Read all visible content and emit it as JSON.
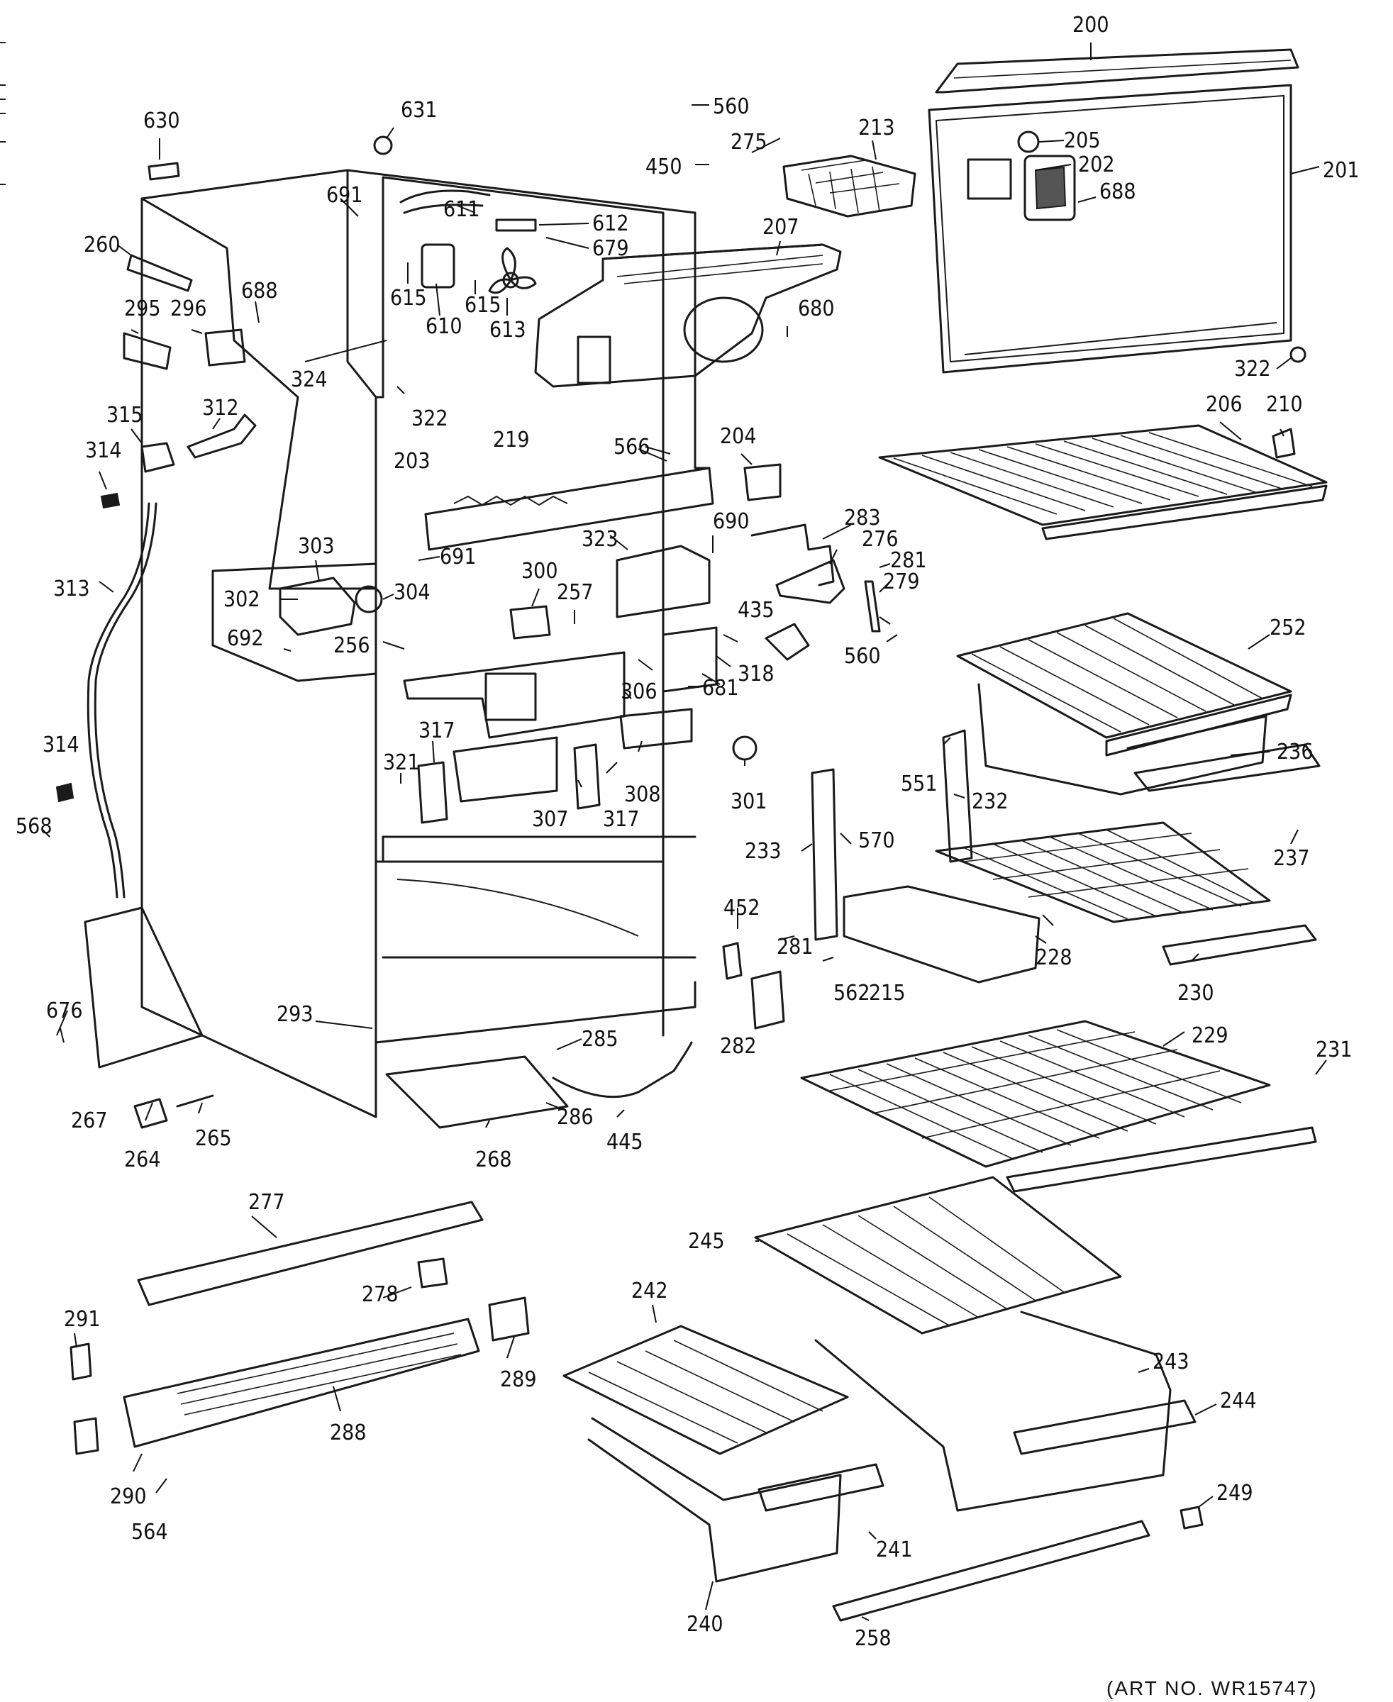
{
  "art_number": "(ART NO. WR15747)",
  "callouts": [
    {
      "id": "c200",
      "text": "200"
    },
    {
      "id": "c201",
      "text": "201"
    },
    {
      "id": "c202",
      "text": "202"
    },
    {
      "id": "c203",
      "text": "203"
    },
    {
      "id": "c204",
      "text": "204"
    },
    {
      "id": "c205",
      "text": "205"
    },
    {
      "id": "c206",
      "text": "206"
    },
    {
      "id": "c207",
      "text": "207"
    },
    {
      "id": "c210",
      "text": "210"
    },
    {
      "id": "c213",
      "text": "213"
    },
    {
      "id": "c215",
      "text": "215"
    },
    {
      "id": "c219",
      "text": "219"
    },
    {
      "id": "c228",
      "text": "228"
    },
    {
      "id": "c229",
      "text": "229"
    },
    {
      "id": "c230",
      "text": "230"
    },
    {
      "id": "c231",
      "text": "231"
    },
    {
      "id": "c232",
      "text": "232"
    },
    {
      "id": "c233",
      "text": "233"
    },
    {
      "id": "c236",
      "text": "236"
    },
    {
      "id": "c237",
      "text": "237"
    },
    {
      "id": "c240",
      "text": "240"
    },
    {
      "id": "c241",
      "text": "241"
    },
    {
      "id": "c242",
      "text": "242"
    },
    {
      "id": "c243",
      "text": "243"
    },
    {
      "id": "c244",
      "text": "244"
    },
    {
      "id": "c245",
      "text": "245"
    },
    {
      "id": "c249",
      "text": "249"
    },
    {
      "id": "c252",
      "text": "252"
    },
    {
      "id": "c256",
      "text": "256"
    },
    {
      "id": "c257",
      "text": "257"
    },
    {
      "id": "c258",
      "text": "258"
    },
    {
      "id": "c260",
      "text": "260"
    },
    {
      "id": "c264",
      "text": "264"
    },
    {
      "id": "c265",
      "text": "265"
    },
    {
      "id": "c267",
      "text": "267"
    },
    {
      "id": "c268",
      "text": "268"
    },
    {
      "id": "c275",
      "text": "275"
    },
    {
      "id": "c276",
      "text": "276"
    },
    {
      "id": "c277",
      "text": "277"
    },
    {
      "id": "c278",
      "text": "278"
    },
    {
      "id": "c279",
      "text": "279"
    },
    {
      "id": "c281a",
      "text": "281"
    },
    {
      "id": "c281b",
      "text": "281"
    },
    {
      "id": "c282",
      "text": "282"
    },
    {
      "id": "c283",
      "text": "283"
    },
    {
      "id": "c285",
      "text": "285"
    },
    {
      "id": "c286",
      "text": "286"
    },
    {
      "id": "c288",
      "text": "288"
    },
    {
      "id": "c289",
      "text": "289"
    },
    {
      "id": "c290",
      "text": "290"
    },
    {
      "id": "c291",
      "text": "291"
    },
    {
      "id": "c293",
      "text": "293"
    },
    {
      "id": "c295",
      "text": "295"
    },
    {
      "id": "c296",
      "text": "296"
    },
    {
      "id": "c300",
      "text": "300"
    },
    {
      "id": "c301",
      "text": "301"
    },
    {
      "id": "c302",
      "text": "302"
    },
    {
      "id": "c303",
      "text": "303"
    },
    {
      "id": "c304",
      "text": "304"
    },
    {
      "id": "c306",
      "text": "306"
    },
    {
      "id": "c307",
      "text": "307"
    },
    {
      "id": "c308",
      "text": "308"
    },
    {
      "id": "c312",
      "text": "312"
    },
    {
      "id": "c313",
      "text": "313"
    },
    {
      "id": "c314a",
      "text": "314"
    },
    {
      "id": "c314b",
      "text": "314"
    },
    {
      "id": "c315",
      "text": "315"
    },
    {
      "id": "c317a",
      "text": "317"
    },
    {
      "id": "c317b",
      "text": "317"
    },
    {
      "id": "c318",
      "text": "318"
    },
    {
      "id": "c321",
      "text": "321"
    },
    {
      "id": "c322a",
      "text": "322"
    },
    {
      "id": "c322b",
      "text": "322"
    },
    {
      "id": "c323",
      "text": "323"
    },
    {
      "id": "c324",
      "text": "324"
    },
    {
      "id": "c435",
      "text": "435"
    },
    {
      "id": "c445",
      "text": "445"
    },
    {
      "id": "c450",
      "text": "450"
    },
    {
      "id": "c452",
      "text": "452"
    },
    {
      "id": "c551",
      "text": "551"
    },
    {
      "id": "c560a",
      "text": "560"
    },
    {
      "id": "c560b",
      "text": "560"
    },
    {
      "id": "c562",
      "text": "562"
    },
    {
      "id": "c564",
      "text": "564"
    },
    {
      "id": "c566",
      "text": "566"
    },
    {
      "id": "c568",
      "text": "568"
    },
    {
      "id": "c570",
      "text": "570"
    },
    {
      "id": "c610",
      "text": "610"
    },
    {
      "id": "c611",
      "text": "611"
    },
    {
      "id": "c612",
      "text": "612"
    },
    {
      "id": "c613",
      "text": "613"
    },
    {
      "id": "c615a",
      "text": "615"
    },
    {
      "id": "c615b",
      "text": "615"
    },
    {
      "id": "c630",
      "text": "630"
    },
    {
      "id": "c631",
      "text": "631"
    },
    {
      "id": "c676",
      "text": "676"
    },
    {
      "id": "c679",
      "text": "679"
    },
    {
      "id": "c680",
      "text": "680"
    },
    {
      "id": "c681",
      "text": "681"
    },
    {
      "id": "c688a",
      "text": "688"
    },
    {
      "id": "c688b",
      "text": "688"
    },
    {
      "id": "c690",
      "text": "690"
    },
    {
      "id": "c691a",
      "text": "691"
    },
    {
      "id": "c691b",
      "text": "691"
    },
    {
      "id": "c692",
      "text": "692"
    }
  ]
}
